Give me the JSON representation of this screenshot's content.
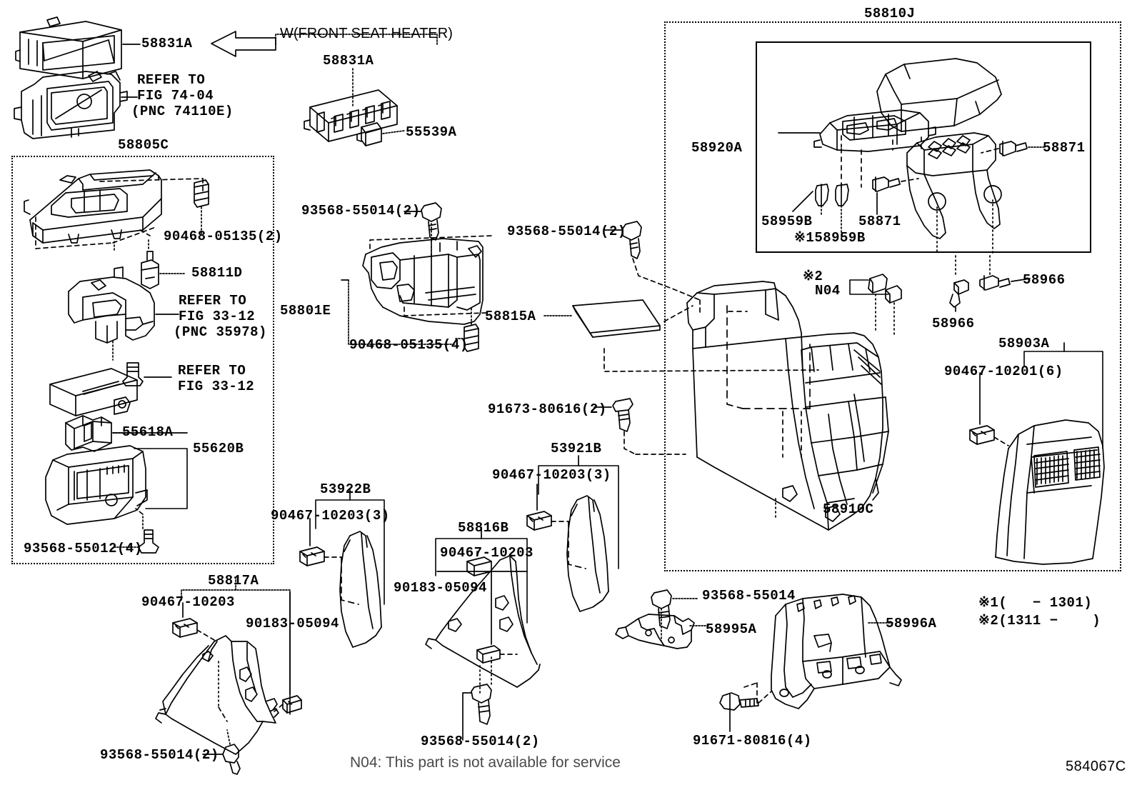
{
  "diagram": {
    "title": "Toyota console box & bracket exploded parts diagram",
    "figure_code": "584067C",
    "note_n04": "N04: This part is not available for service",
    "variant_arrow_label": "W(FRONT SEAT HEATER)",
    "footnotes": [
      "※1(   − 1301)",
      "※2(1311 −    )"
    ]
  },
  "refs": {
    "fig7404_l1": "REFER TO",
    "fig7404_l2": "FIG 74-04",
    "fig7404_l3": "(PNC 74110E)",
    "fig3312a_l1": "REFER TO",
    "fig3312a_l2": "FIG 33-12",
    "fig3312a_l3": "(PNC 35978)",
    "fig3312b_l1": "REFER TO",
    "fig3312b_l2": "FIG 33-12"
  },
  "callouts": {
    "p58831A_left": "58831A",
    "p58831A_heater": "58831A",
    "p55539A": "55539A",
    "p58805C": "58805C",
    "p90468_05135_2": "90468-05135(2)",
    "p58811D": "58811D",
    "p55618A": "55618A",
    "p55620B": "55620B",
    "p93568_55012_4": "93568-55012(4)",
    "p58817A": "58817A",
    "p90467_10203_a": "90467-10203",
    "p90183_05094_a": "90183-05094",
    "p93568_55014_2_bl": "93568-55014(2)",
    "p93568_55014_2_top": "93568-55014(2)",
    "p58801E": "58801E",
    "p90468_05135_4": "90468-05135(4)",
    "p93568_55014_2_mid": "93568-55014(2)",
    "p58815A": "58815A",
    "p91673_80616_2": "91673-80616(2)",
    "p53921B": "53921B",
    "p90467_10203_3_r": "90467-10203(3)",
    "p53922B": "53922B",
    "p90467_10203_3_l": "90467-10203(3)",
    "p58816B": "58816B",
    "p90467_10203_c": "90467-10203",
    "p90183_05094_c": "90183-05094",
    "p93568_55014_2_bc": "93568-55014(2)",
    "p93568_55014_br": "93568-55014",
    "p58995A": "58995A",
    "p58996A": "58996A",
    "p91671_80816_4": "91671-80816(4)",
    "p58810J": "58810J",
    "p58920A": "58920A",
    "p58871_right": "58871",
    "p58871_lower": "58871",
    "p58959B": "58959B",
    "p58959B_star": "※158959B",
    "p58966_upper": "58966",
    "p58966_lower": "58966",
    "pN04": "N04",
    "pStar2": "※2",
    "p58903A": "58903A",
    "p90467_10201_6": "90467-10201(6)",
    "p58910C": "58910C"
  }
}
